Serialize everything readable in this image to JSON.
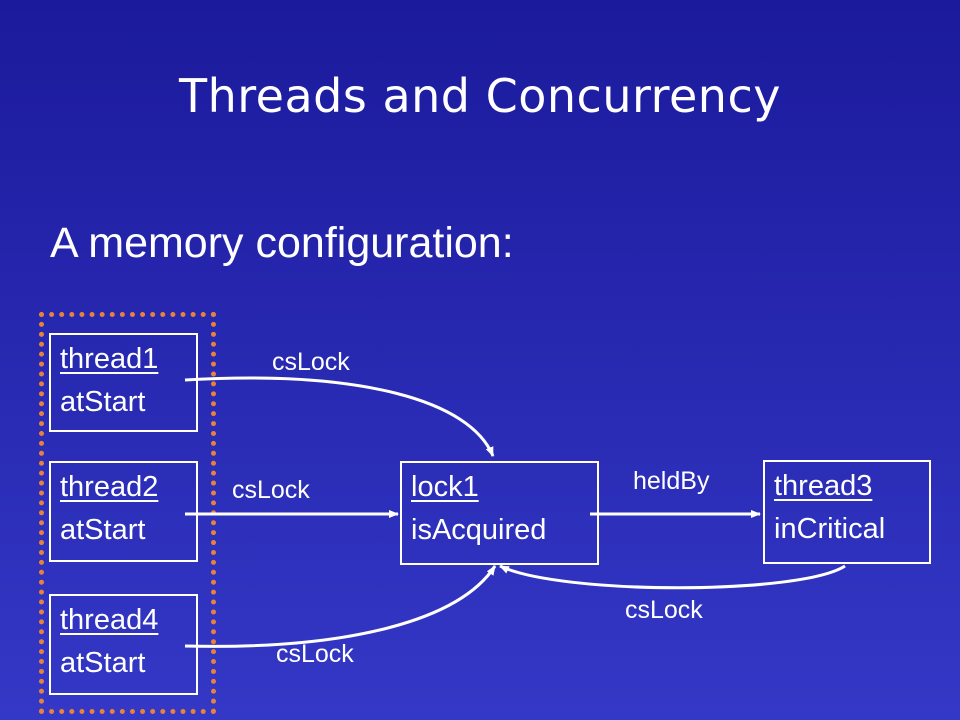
{
  "title": "Threads and Concurrency",
  "subtitle": "A memory configuration:",
  "nodes": {
    "thread1": {
      "name": "thread1",
      "state": "atStart"
    },
    "thread2": {
      "name": "thread2",
      "state": "atStart"
    },
    "thread4": {
      "name": "thread4",
      "state": "atStart"
    },
    "lock1": {
      "name": "lock1",
      "state": "isAcquired"
    },
    "thread3": {
      "name": "thread3",
      "state": "inCritical"
    }
  },
  "edges": {
    "thread1_lock1": "csLock",
    "thread2_lock1": "csLock",
    "thread4_lock1": "csLock",
    "lock1_thread3": "heldBy",
    "thread3_lock1": "csLock"
  },
  "colors": {
    "background_top": "#1b1a9c",
    "background_bottom": "#3438c6",
    "foreground": "#ffffff",
    "group_border": "#e8823a"
  }
}
